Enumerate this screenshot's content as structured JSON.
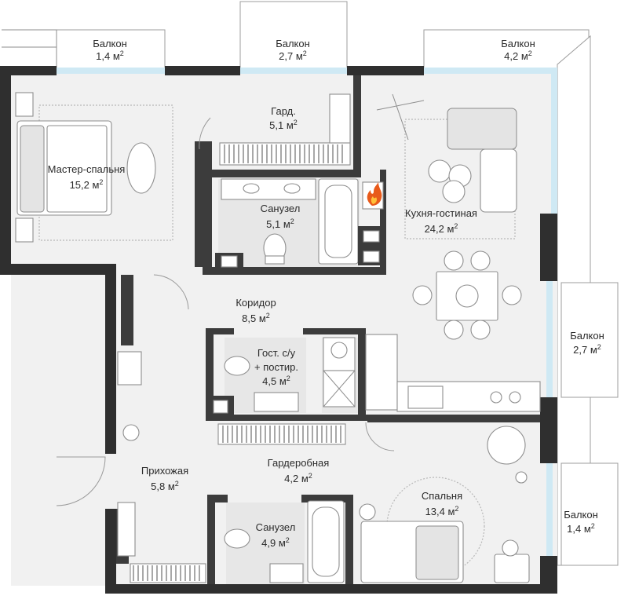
{
  "rooms": {
    "balcony_nw": {
      "name": "Балкон",
      "area": "1,4 м",
      "sup": "2"
    },
    "balcony_n": {
      "name": "Балкон",
      "area": "2,7 м",
      "sup": "2"
    },
    "balcony_ne": {
      "name": "Балкон",
      "area": "4,2 м",
      "sup": "2"
    },
    "balcony_e": {
      "name": "Балкон",
      "area": "2,7 м",
      "sup": "2"
    },
    "balcony_se": {
      "name": "Балкон",
      "area": "1,4 м",
      "sup": "2"
    },
    "master": {
      "name": "Мастер-спальня",
      "area": "15,2 м",
      "sup": "2"
    },
    "wardrobe1": {
      "name": "Гард.",
      "area": "5,1 м",
      "sup": "2"
    },
    "bath1": {
      "name": "Санузел",
      "area": "5,1 м",
      "sup": "2"
    },
    "kitchen": {
      "name": "Кухня-гостиная",
      "area": "24,2 м",
      "sup": "2"
    },
    "corridor": {
      "name": "Коридор",
      "area": "8,5 м",
      "sup": "2"
    },
    "guest_wc": {
      "name": "Гост. с/у",
      "name2": "+ постир.",
      "area": "4,5 м",
      "sup": "2"
    },
    "hall": {
      "name": "Прихожая",
      "area": "5,8 м",
      "sup": "2"
    },
    "wardrobe2": {
      "name": "Гардеробная",
      "area": "4,2 м",
      "sup": "2"
    },
    "bath2": {
      "name": "Санузел",
      "area": "4,9 м",
      "sup": "2"
    },
    "bedroom": {
      "name": "Спальня",
      "area": "13,4 м",
      "sup": "2"
    }
  },
  "icons": {
    "fireplace": "fire-icon"
  },
  "colors": {
    "wall": "#3c3c3c",
    "floor": "#f1f1f1",
    "tile": "#e7e7e7",
    "glass": "#cfe9f4"
  }
}
